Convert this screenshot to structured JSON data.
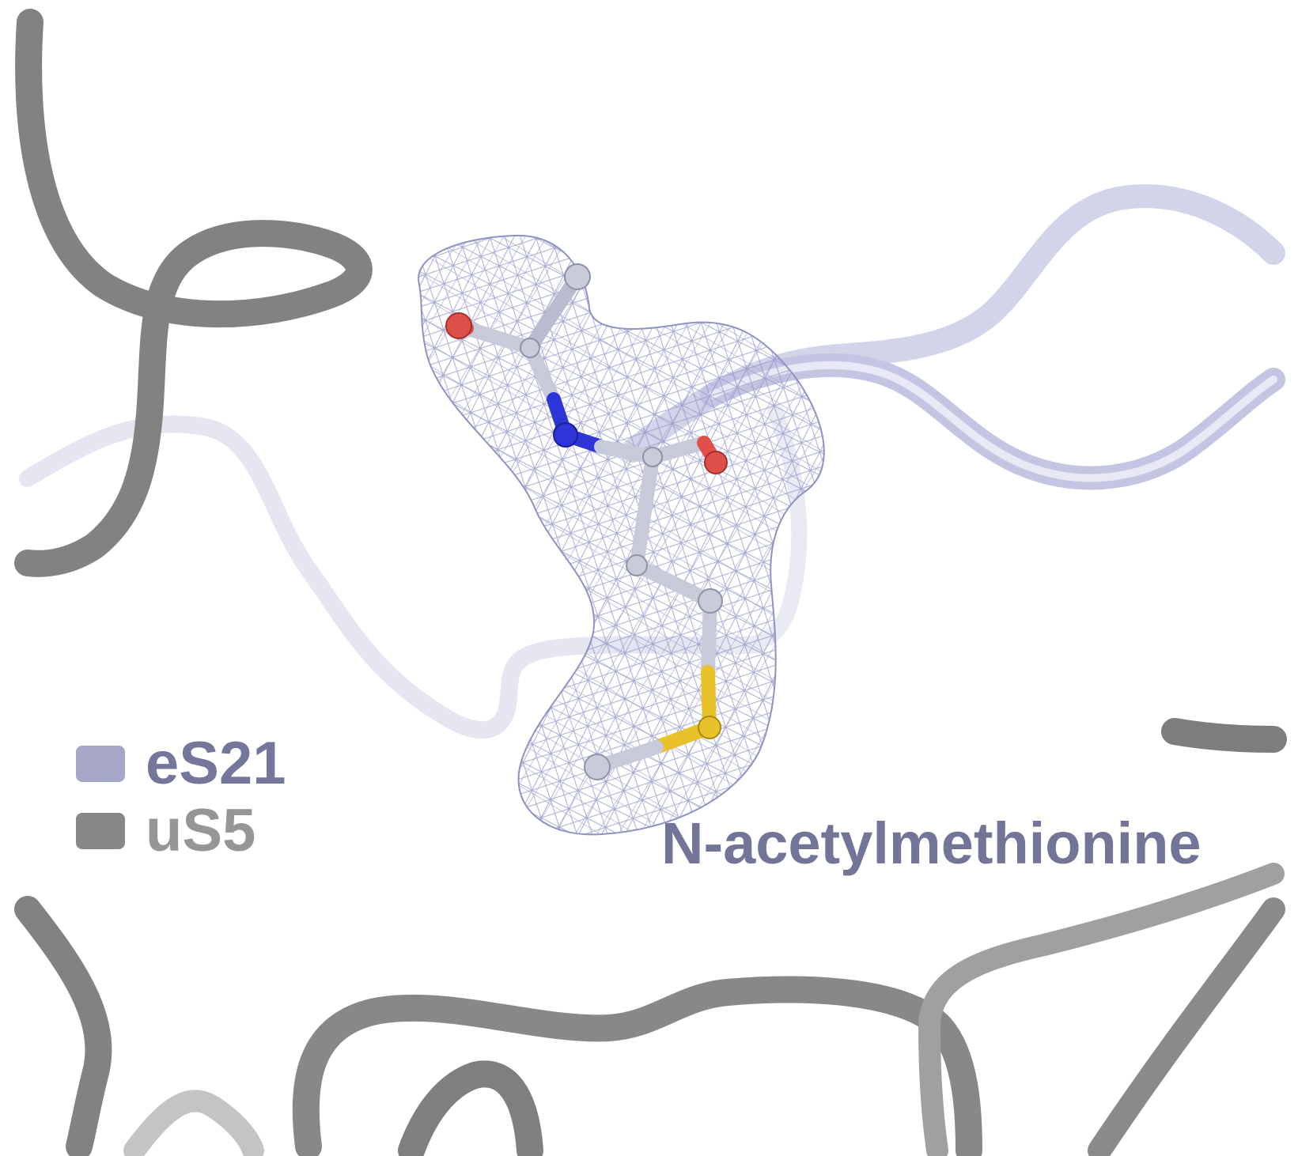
{
  "legend": {
    "items": [
      {
        "label": "eS21",
        "color": "#a5a6c8",
        "text_color": "#74779b"
      },
      {
        "label": "uS5",
        "color": "#878787",
        "text_color": "#969696"
      }
    ]
  },
  "ligand": {
    "label": "N-acetylmethionine",
    "label_color": "#727498"
  },
  "colors": {
    "background": "#ffffff",
    "us5_tube": "#828282",
    "es21_tube": "#c9cbe6",
    "mesh": "#8f92c2",
    "carbon": "#c8cad9",
    "oxygen": "#e0504b",
    "nitrogen": "#2e35d8",
    "sulfur": "#e8c12b"
  }
}
